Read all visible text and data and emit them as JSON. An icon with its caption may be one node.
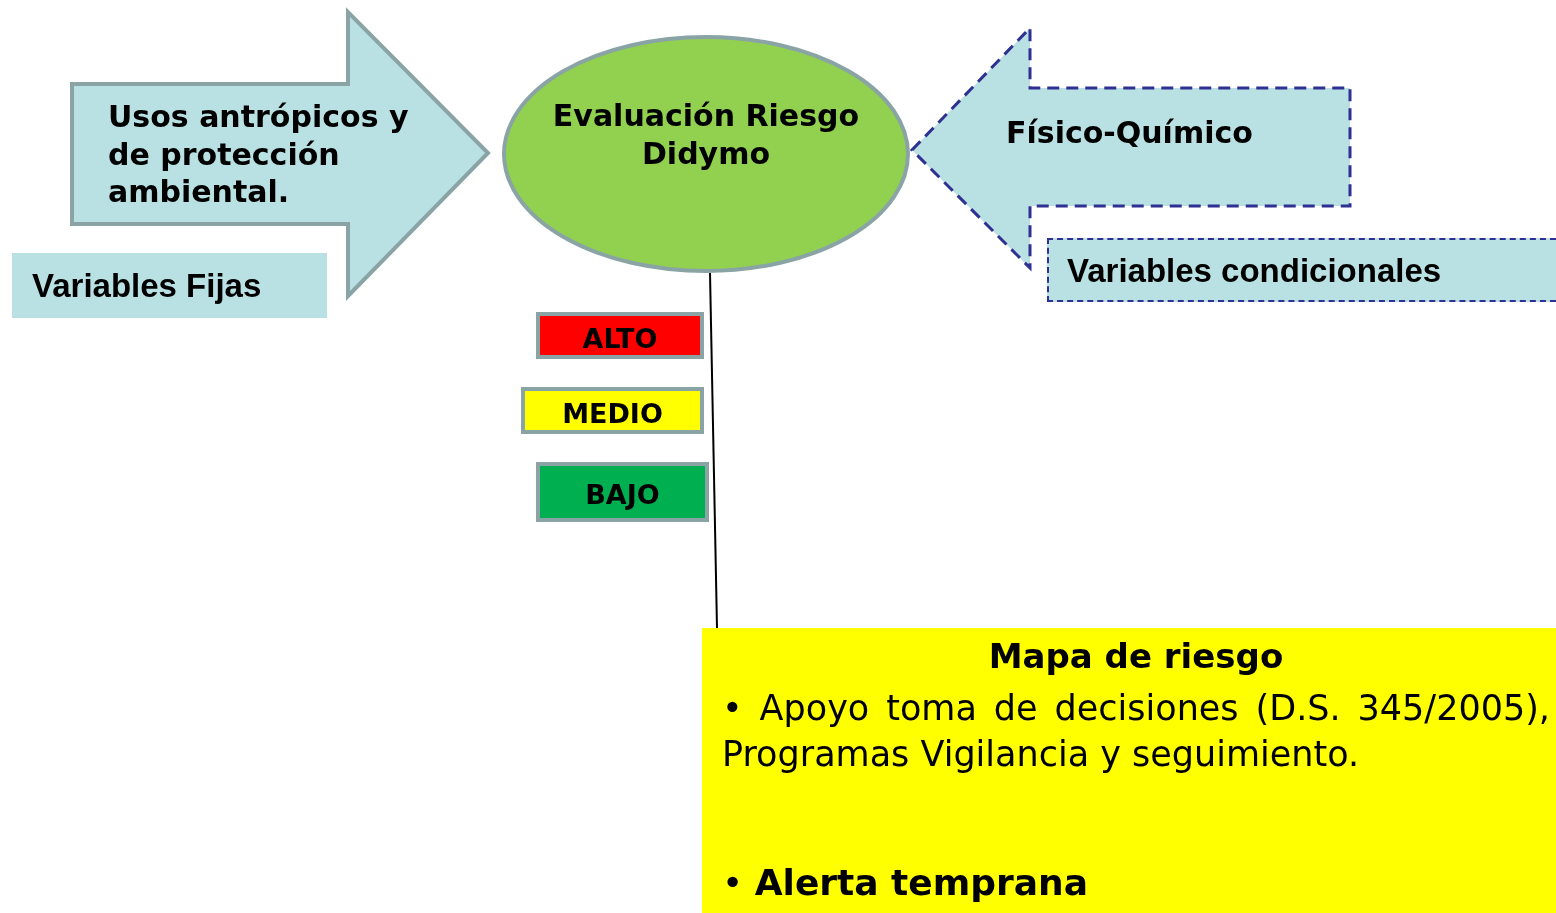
{
  "diagram": {
    "nodes": [
      {
        "text": [
          "Usos antrópicos y de protección ambiental."
        ]
      },
      {
        "text": [
          "Evaluación Riesgo Didymo"
        ]
      },
      {
        "text": [
          "Físico-Químico"
        ]
      },
      {
        "text": [
          "Variables Fijas"
        ]
      },
      {
        "text": [
          "Variables condicionales"
        ]
      },
      {
        "text": [
          "ALTO"
        ]
      },
      {
        "text": [
          "MEDIO"
        ]
      },
      {
        "text": [
          "BAJO"
        ]
      },
      {
        "text": [
          "Mapa de riesgo",
          "• Apoyo toma de decisiones (D.S. 345/2005), Programas Vigilancia y seguimiento.",
          "• **Alerta temprana**"
        ]
      }
    ],
    "edges": [
      {
        "from": 1,
        "to": 8,
        "arrow": "none"
      }
    ]
  }
}
